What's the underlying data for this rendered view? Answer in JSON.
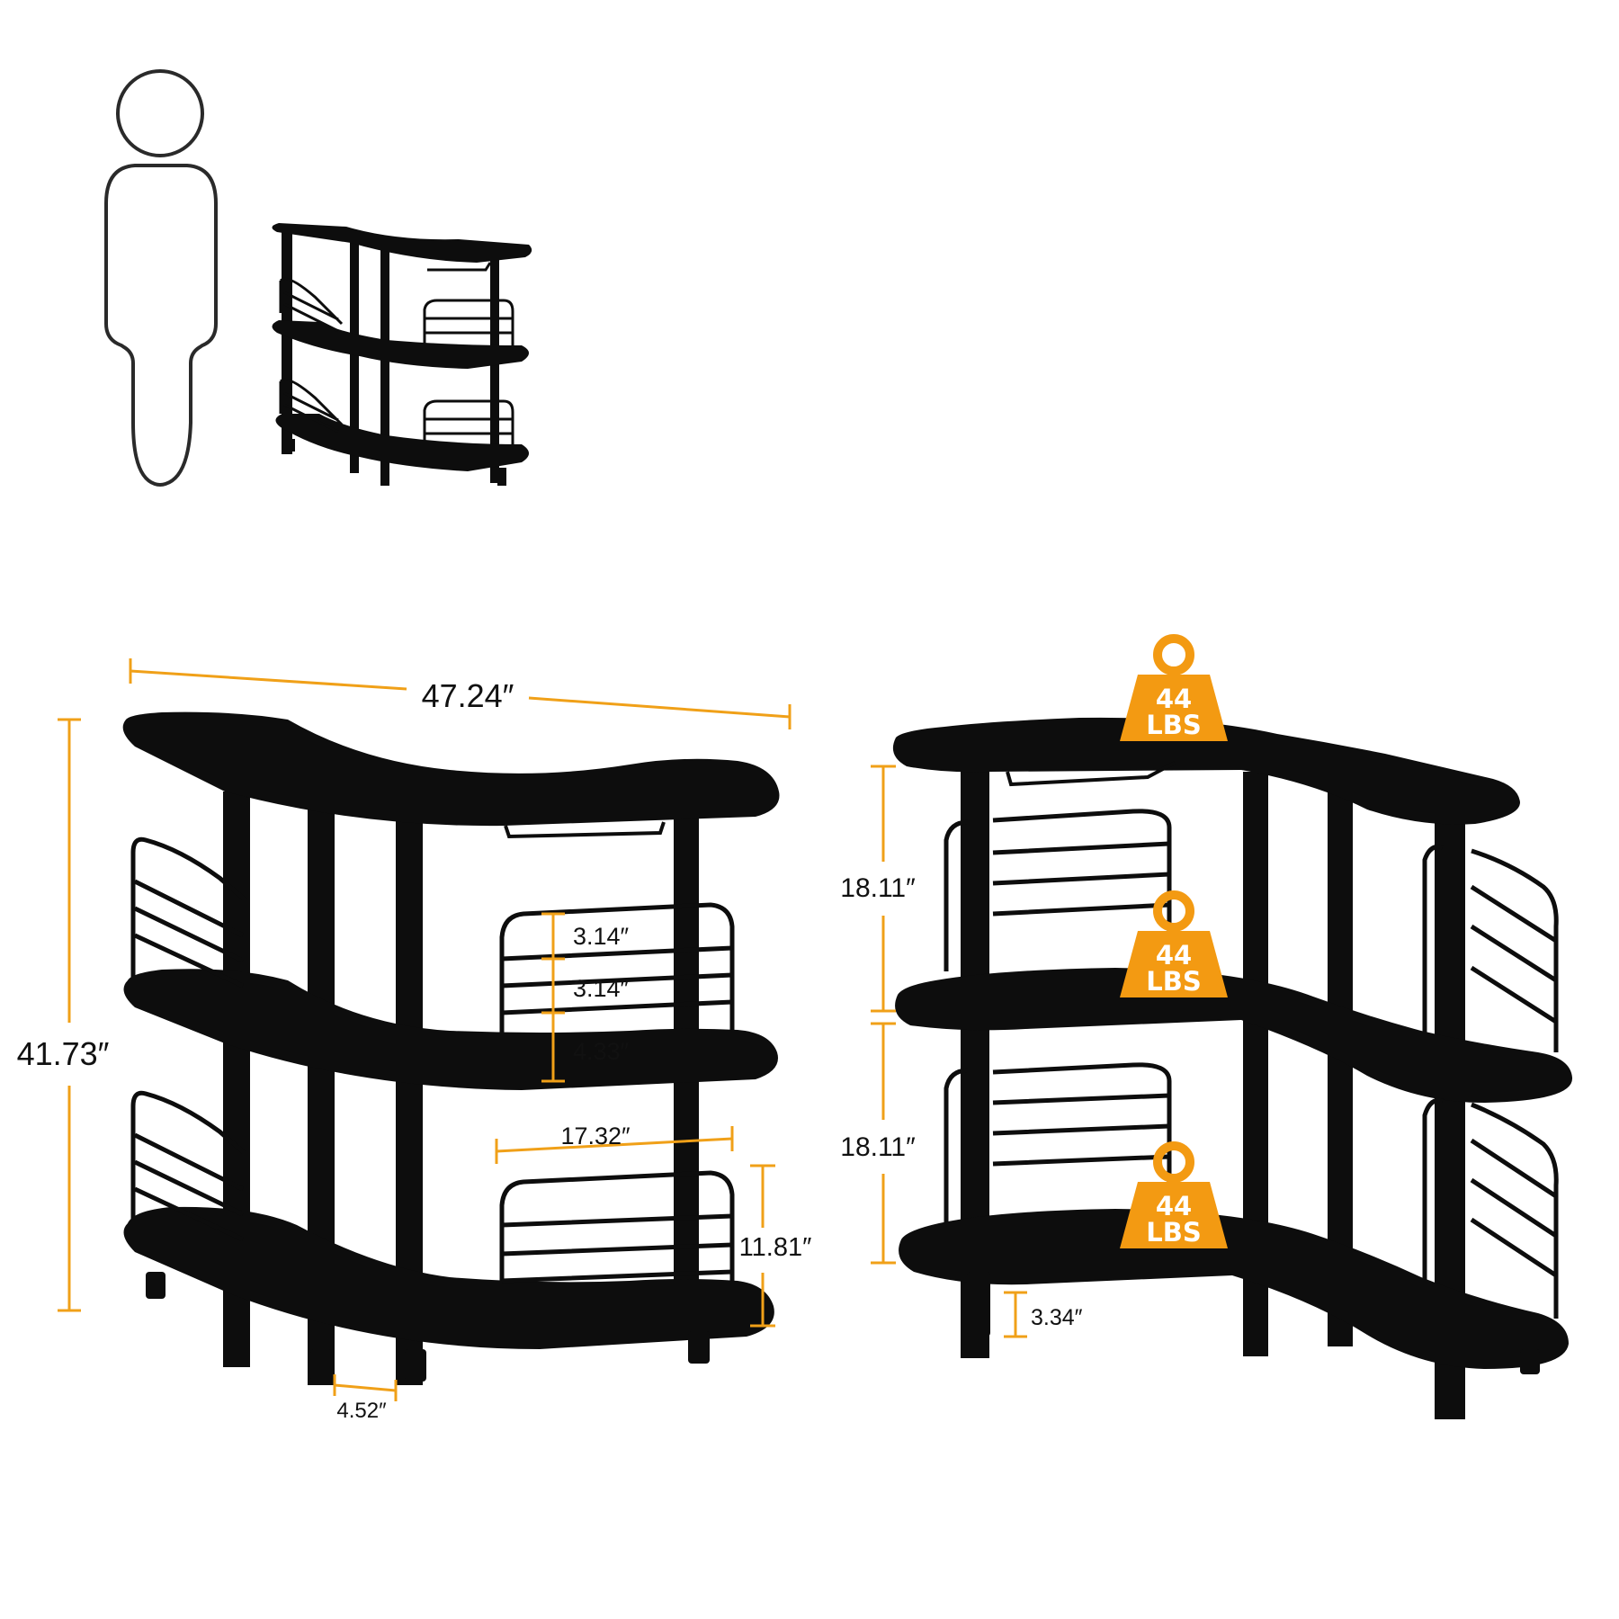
{
  "colors": {
    "furniture": "#0d0d0d",
    "dimension_line": "#f0a018",
    "badge_fill": "#f39a12",
    "outline": "#2a2a2a",
    "text": "#111111"
  },
  "icons": {
    "person": "person-silhouette-icon",
    "weight": "weight-icon"
  },
  "front_view": {
    "width": "47.24″",
    "height": "41.73″",
    "gap_top": "3.14″",
    "gap_middle": "3.14″",
    "gap_bottom": "4.33″",
    "rack_width": "17.32″",
    "rack_height": "11.81″",
    "post_spacing": "4.52″"
  },
  "side_view": {
    "upper_height": "18.11″",
    "lower_height": "18.11″",
    "foot_height": "3.34″"
  },
  "weight_badges": [
    {
      "line1": "44",
      "line2": "LBS"
    },
    {
      "line1": "44",
      "line2": "LBS"
    },
    {
      "line1": "44",
      "line2": "LBS"
    }
  ]
}
